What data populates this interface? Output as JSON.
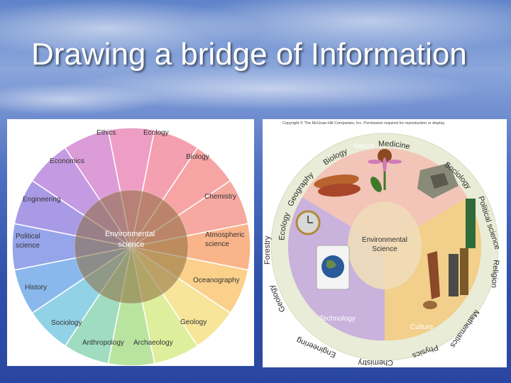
{
  "slide": {
    "title": "Drawing a bridge of Information"
  },
  "left_wheel": {
    "center_label_1": "Environmental",
    "center_label_2": "science",
    "labels": {
      "ethics": "Ethics",
      "ecology": "Ecology",
      "biology": "Biology",
      "chemistry": "Chemistry",
      "atmospheric_1": "Atmospheric",
      "atmospheric_2": "science",
      "oceanography": "Oceanography",
      "geology": "Geology",
      "archaeology": "Archaeology",
      "anthropology": "Anthropology",
      "sociology": "Sociology",
      "history": "History",
      "political_1": "Political",
      "political_2": "science",
      "engineering": "Engineering",
      "economics": "Economics"
    }
  },
  "right_wheel": {
    "copyright": "Copyright © The McGraw-Hill Companies, Inc. Permission required for reproduction or display.",
    "center_label_1": "Environmental",
    "center_label_2": "Science",
    "inner": {
      "nature": "Nature",
      "technology": "Technology",
      "culture": "Culture"
    },
    "ring": {
      "biology": "Biology",
      "medicine": "Medicine",
      "sociology": "Sociology",
      "political_science": "Political science",
      "religion": "Religion",
      "mathematics": "Mathematics",
      "physics": "Physics",
      "chemistry": "Chemistry",
      "engineering": "Engineering",
      "geology": "Geology",
      "forestry": "Forestry",
      "ecology": "Ecology",
      "geography": "Geography"
    }
  },
  "colors": {
    "wheel_center": "#8b6a3a",
    "nature_lobe": "#f3c4b8",
    "technology_lobe": "#c9b2dc",
    "culture_lobe": "#f2cf8a",
    "center_lobe": "#f0dbb8",
    "ring": "#e9ecd7"
  }
}
